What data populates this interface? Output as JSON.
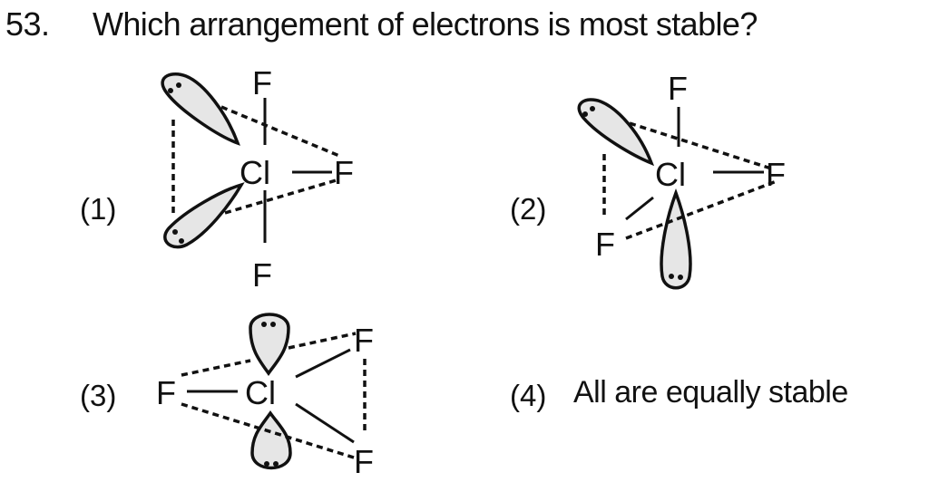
{
  "question": {
    "number": "53.",
    "text": "Which arrangement of electrons is most stable?"
  },
  "options": [
    {
      "label": "(1)",
      "atoms": {
        "center": "Cl",
        "top": "F",
        "right": "F",
        "bottom": "F"
      },
      "lone_pairs": 2,
      "description": "T-shaped; both lone pairs on the left (equatorial)"
    },
    {
      "label": "(2)",
      "atoms": {
        "center": "Cl",
        "top": "F",
        "right": "F",
        "lower_left": "F"
      },
      "lone_pairs": 2,
      "description": "One lone pair upper-left, one lone pair axial below"
    },
    {
      "label": "(3)",
      "atoms": {
        "center": "Cl",
        "left": "F",
        "upper_right": "F",
        "lower_right": "F"
      },
      "lone_pairs": 2,
      "description": "Lone pairs axial top and bottom; trigonal planar F"
    },
    {
      "label": "(4)",
      "text": "All are equally stable"
    }
  ],
  "lone_pair_dots": "..",
  "colors": {
    "ink": "#111111",
    "lobe_fill": "#e6e6e6",
    "background": "#ffffff"
  }
}
